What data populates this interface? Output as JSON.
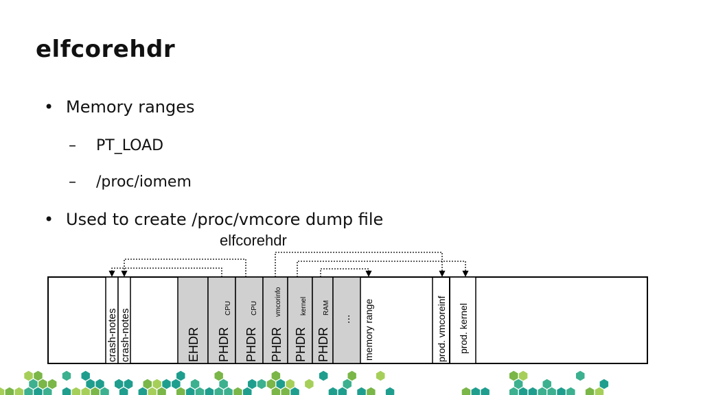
{
  "slide": {
    "title": "elfcorehdr",
    "bullets": [
      {
        "text": "Memory ranges",
        "sub": [
          "PT_LOAD",
          "/proc/iomem"
        ]
      },
      {
        "text": "Used to create /proc/vmcore dump file",
        "sub": []
      }
    ],
    "bullet_symbol": "•",
    "dash_symbol": "–"
  },
  "diagram": {
    "title": "elfcorehdr",
    "cells": {
      "crash_notes_1": "crash-notes",
      "crash_notes_2": "crash-notes",
      "ehdr": "EHDR",
      "phdr_cpu_1": {
        "main": "PHDR",
        "sub": "CPU"
      },
      "phdr_cpu_2": {
        "main": "PHDR",
        "sub": "CPU"
      },
      "phdr_vmcoreinfo": {
        "main": "PHDR",
        "sub": "vmcorinfo"
      },
      "phdr_kernel": {
        "main": "PHDR",
        "sub": "kernel"
      },
      "phdr_ram": {
        "main": "PHDR",
        "sub": "RAM"
      },
      "ellipsis": "...",
      "memory_range": "memory range",
      "prod_vmcoreinfo": "prod. vmcoreinf",
      "prod_kernel": "prod. kernel"
    },
    "colors": {
      "header_fill": "#d0d0d0",
      "border": "#000000"
    }
  },
  "decoration": {
    "hex_colors": [
      "#7ab648",
      "#1f9e8e",
      "#a6cf5a",
      "#3cb08f"
    ]
  }
}
